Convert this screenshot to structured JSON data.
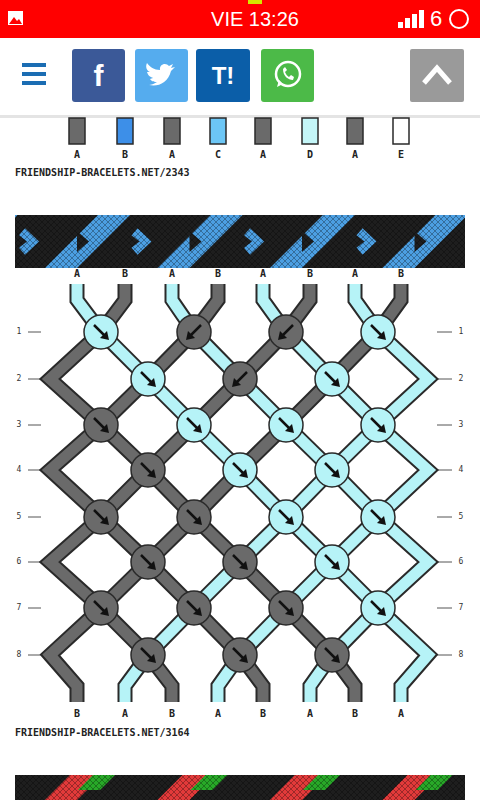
{
  "diagram": {
    "nodes": [
      {
        "text": [
          "f"
        ]
      },
      {
        "text": [
          "T!"
        ]
      }
    ],
    "labels": [
      "VIE 13:26",
      "6",
      "A",
      "B",
      "A",
      "C",
      "A",
      "D",
      "A",
      "E",
      "FRIENDSHIP-BRACELETS.NET/2343",
      "A",
      "B",
      "A",
      "B",
      "A",
      "B",
      "A",
      "B",
      "1",
      "2",
      "3",
      "4",
      "5",
      "6",
      "7",
      "8",
      "1",
      "2",
      "3",
      "4",
      "5",
      "6",
      "7",
      "8",
      "B",
      "A",
      "B",
      "A",
      "B",
      "A",
      "B",
      "A",
      "FRIENDSHIP-BRACELETS.NET/3164"
    ]
  }
}
